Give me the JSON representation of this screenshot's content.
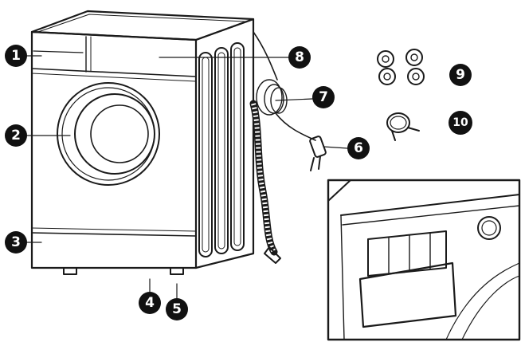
{
  "colors": {
    "ink": "#1a1a1a",
    "panel": "#ffffff",
    "badge": "#111111",
    "badge_text": "#ffffff"
  },
  "callouts": [
    {
      "id": "c1",
      "label": "1"
    },
    {
      "id": "c2",
      "label": "2"
    },
    {
      "id": "c3",
      "label": "3"
    },
    {
      "id": "c4",
      "label": "4"
    },
    {
      "id": "c5",
      "label": "5"
    },
    {
      "id": "c6",
      "label": "6"
    },
    {
      "id": "c7",
      "label": "7"
    },
    {
      "id": "c8",
      "label": "8"
    },
    {
      "id": "c9",
      "label": "9"
    },
    {
      "id": "c10",
      "label": "10"
    }
  ]
}
